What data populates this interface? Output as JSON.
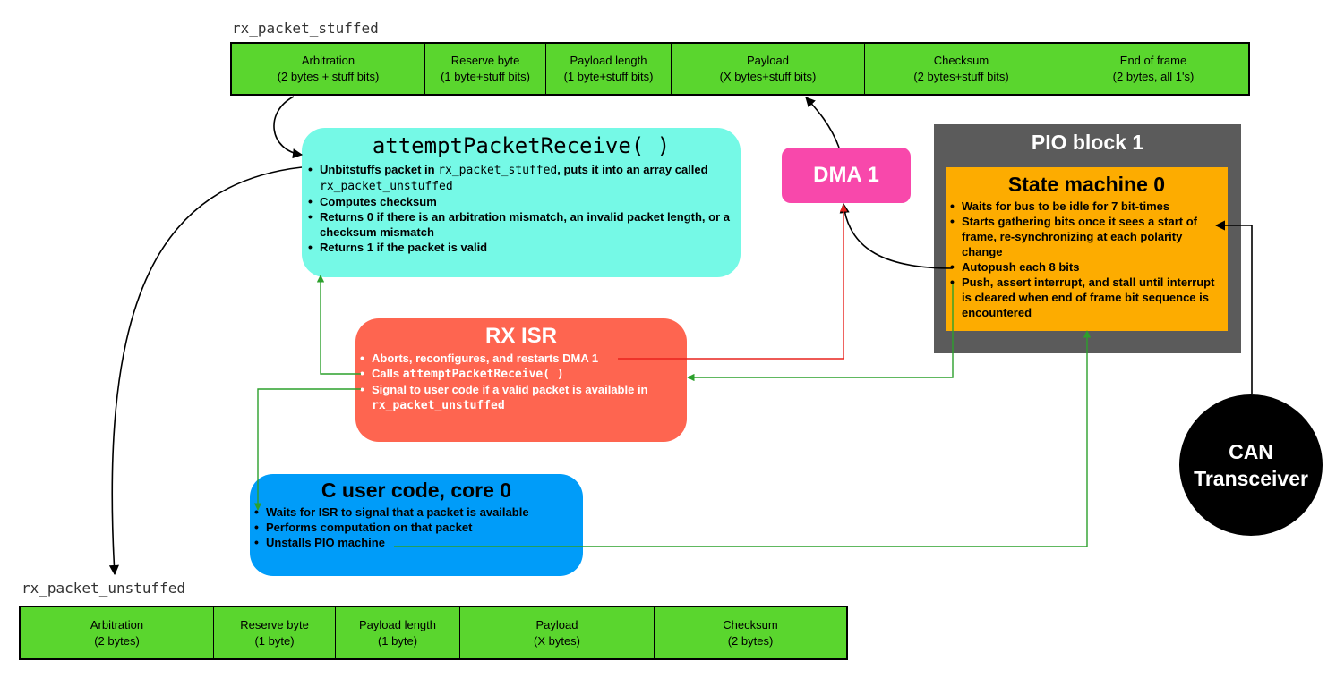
{
  "stuffed": {
    "label": "rx_packet_stuffed",
    "fields": [
      {
        "name": "Arbitration",
        "detail": "(2 bytes + stuff bits)"
      },
      {
        "name": "Reserve byte",
        "detail": "(1 byte+stuff bits)"
      },
      {
        "name": "Payload length",
        "detail": "(1 byte+stuff bits)"
      },
      {
        "name": "Payload",
        "detail": "(X bytes+stuff bits)"
      },
      {
        "name": "Checksum",
        "detail": "(2 bytes+stuff bits)"
      },
      {
        "name": "End of frame",
        "detail": "(2 bytes, all 1's)"
      }
    ]
  },
  "unstuffed": {
    "label": "rx_packet_unstuffed",
    "fields": [
      {
        "name": "Arbitration",
        "detail": "(2 bytes)"
      },
      {
        "name": "Reserve byte",
        "detail": "(1 byte)"
      },
      {
        "name": "Payload length",
        "detail": "(1 byte)"
      },
      {
        "name": "Payload",
        "detail": "(X bytes)"
      },
      {
        "name": "Checksum",
        "detail": "(2 bytes)"
      }
    ]
  },
  "attempt": {
    "title": "attemptPacketReceive( )",
    "b1_a": "Unbitstuffs packet in ",
    "b1_code": "rx_packet_stuffed",
    "b1_b": ", puts it into an array called",
    "b1_code2": "rx_packet_unstuffed",
    "b2": "Computes checksum",
    "b3": "Returns 0 if there is an arbitration mismatch, an invalid packet length, or a checksum mismatch",
    "b4": "Returns 1 if the packet is valid"
  },
  "dma": {
    "title": "DMA 1"
  },
  "pio": {
    "title": "PIO block 1",
    "sm_title": "State machine 0",
    "b1": "Waits for bus to be idle for 7 bit-times",
    "b2": "Starts gathering bits once it sees a start of frame, re-synchronizing at each polarity change",
    "b3": "Autopush each 8 bits",
    "b4": "Push, assert interrupt, and stall until interrupt is cleared when end of frame bit sequence is encountered"
  },
  "isr": {
    "title": "RX ISR",
    "b1": "Aborts, reconfigures, and restarts DMA 1",
    "b2_a": "Calls ",
    "b2_code": "attemptPacketReceive( )",
    "b3_a": "Signal to user code if a valid packet is available in",
    "b3_code": "rx_packet_unstuffed"
  },
  "cuser": {
    "title": "C user code, core 0",
    "b1": "Waits for ISR to signal that a packet is available",
    "b2": "Performs computation on that packet",
    "b3": "Unstalls PIO machine"
  },
  "can": {
    "line1": "CAN",
    "line2": "Transceiver"
  },
  "colors": {
    "field": "#5ad62e",
    "attempt": "#75f9e6",
    "dma": "#f848ab",
    "pio": "#5b5b5b",
    "state_machine": "#fdac00",
    "isr": "#fe6550",
    "cuser": "#009cf9",
    "arrow_green": "#2ca02c",
    "arrow_red": "#e8231e"
  }
}
